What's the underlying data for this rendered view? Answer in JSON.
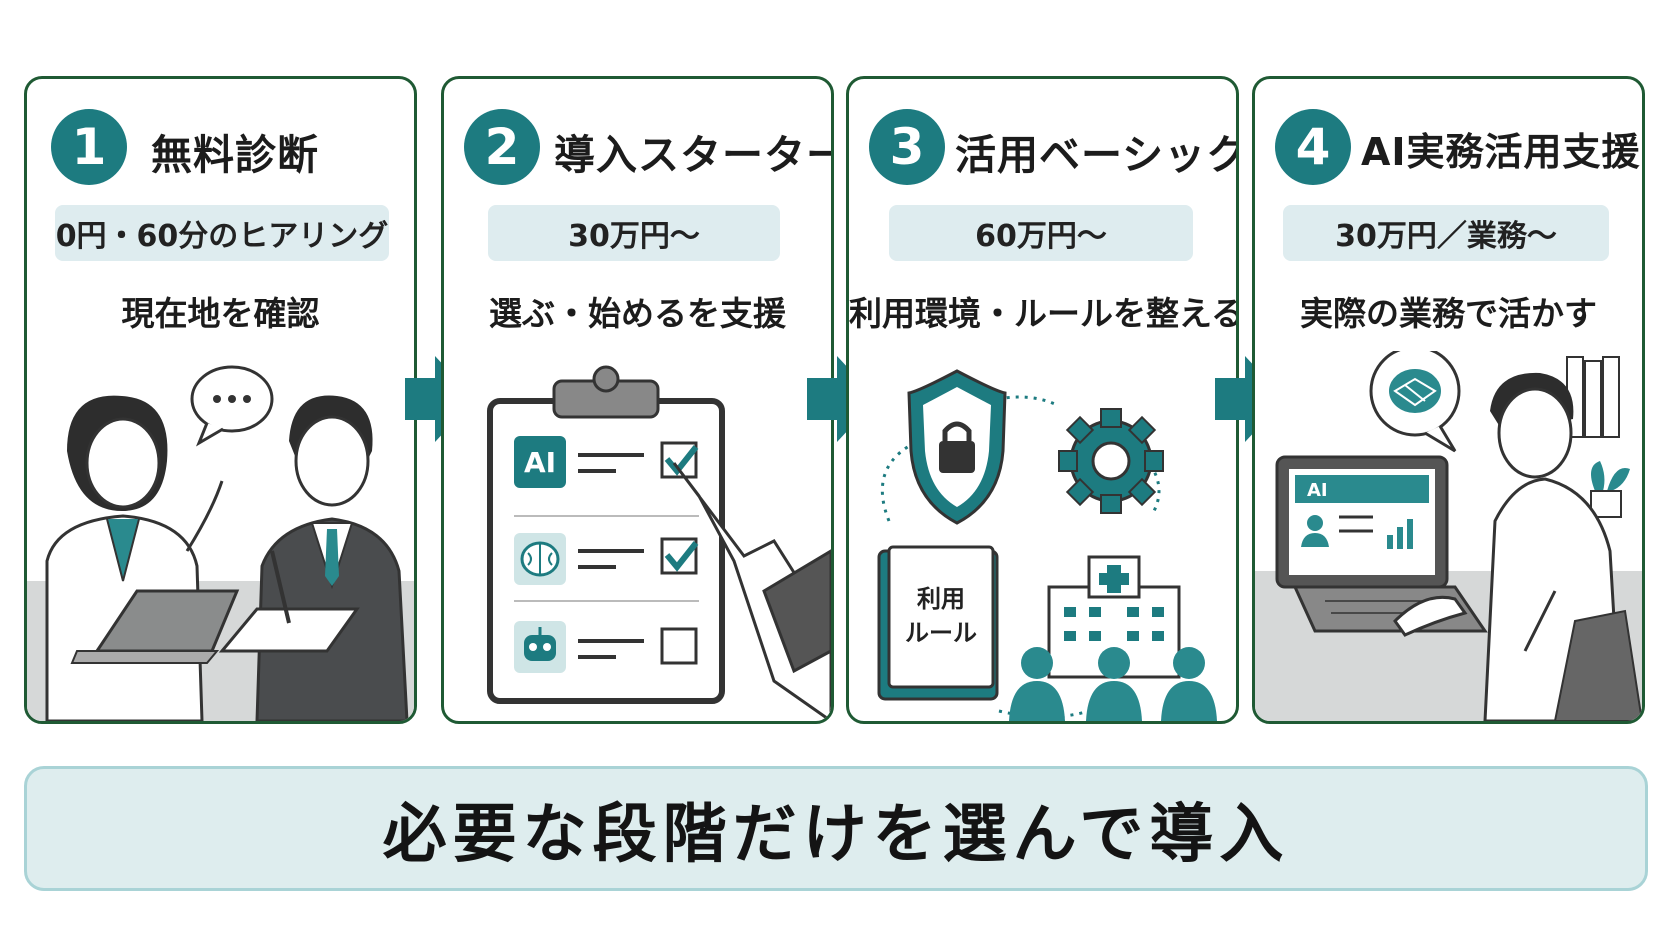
{
  "colors": {
    "accent": "#1d7b80",
    "border": "#1f5a34",
    "pill": "#deecef"
  },
  "steps": [
    {
      "number": "1",
      "title": "無料診断",
      "price": "0円・60分のヒアリング",
      "desc": "現在地を確認",
      "icon": "consultation-illustration"
    },
    {
      "number": "2",
      "title": "導入スターター",
      "price": "30万円～",
      "desc": "選ぶ・始めるを支援",
      "icon": "checklist-illustration",
      "labels": {
        "ai": "AI"
      }
    },
    {
      "number": "3",
      "title": "活用ベーシック",
      "price": "60万円～",
      "desc": "利用環境・ルールを整える",
      "icon": "security-rules-illustration",
      "labels": {
        "book_line1": "利用",
        "book_line2": "ルール"
      }
    },
    {
      "number": "4",
      "title": "AI実務活用支援",
      "price": "30万円／業務～",
      "desc": "実際の業務で活かす",
      "icon": "laptop-work-illustration",
      "labels": {
        "screen": "AI"
      }
    }
  ],
  "banner": "必要な段階だけを選んで導入"
}
